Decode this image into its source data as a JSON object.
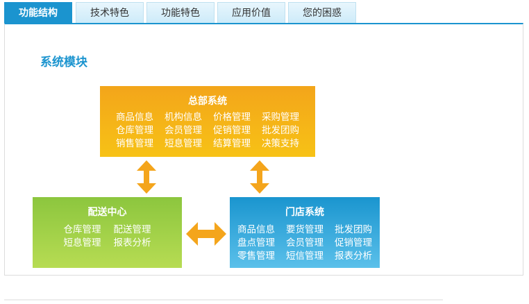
{
  "tabs": [
    {
      "label": "功能结构",
      "active": true
    },
    {
      "label": "技术特色",
      "active": false
    },
    {
      "label": "功能特色",
      "active": false
    },
    {
      "label": "应用价值",
      "active": false
    },
    {
      "label": "您的困惑",
      "active": false
    }
  ],
  "section_title": "系统模块",
  "hq": {
    "title": "总部系统",
    "items": [
      "商品信息",
      "机构信息",
      "价格管理",
      "采购管理",
      "仓库管理",
      "会员管理",
      "促销管理",
      "批发团购",
      "销售管理",
      "短息管理",
      "结算管理",
      "决策支持"
    ]
  },
  "dc": {
    "title": "配送中心",
    "items": [
      "仓库管理",
      "配送管理",
      "短息管理",
      "报表分析"
    ]
  },
  "store": {
    "title": "门店系统",
    "items": [
      "商品信息",
      "要货管理",
      "批发团购",
      "盘点管理",
      "会员管理",
      "促销管理",
      "零售管理",
      "短信管理",
      "报表分析"
    ]
  },
  "colors": {
    "accent": "#1b94cf",
    "hq": "#f3a51a",
    "dc": "#8cc63e",
    "store": "#1a95cf",
    "arrow": "#f4a51c"
  }
}
